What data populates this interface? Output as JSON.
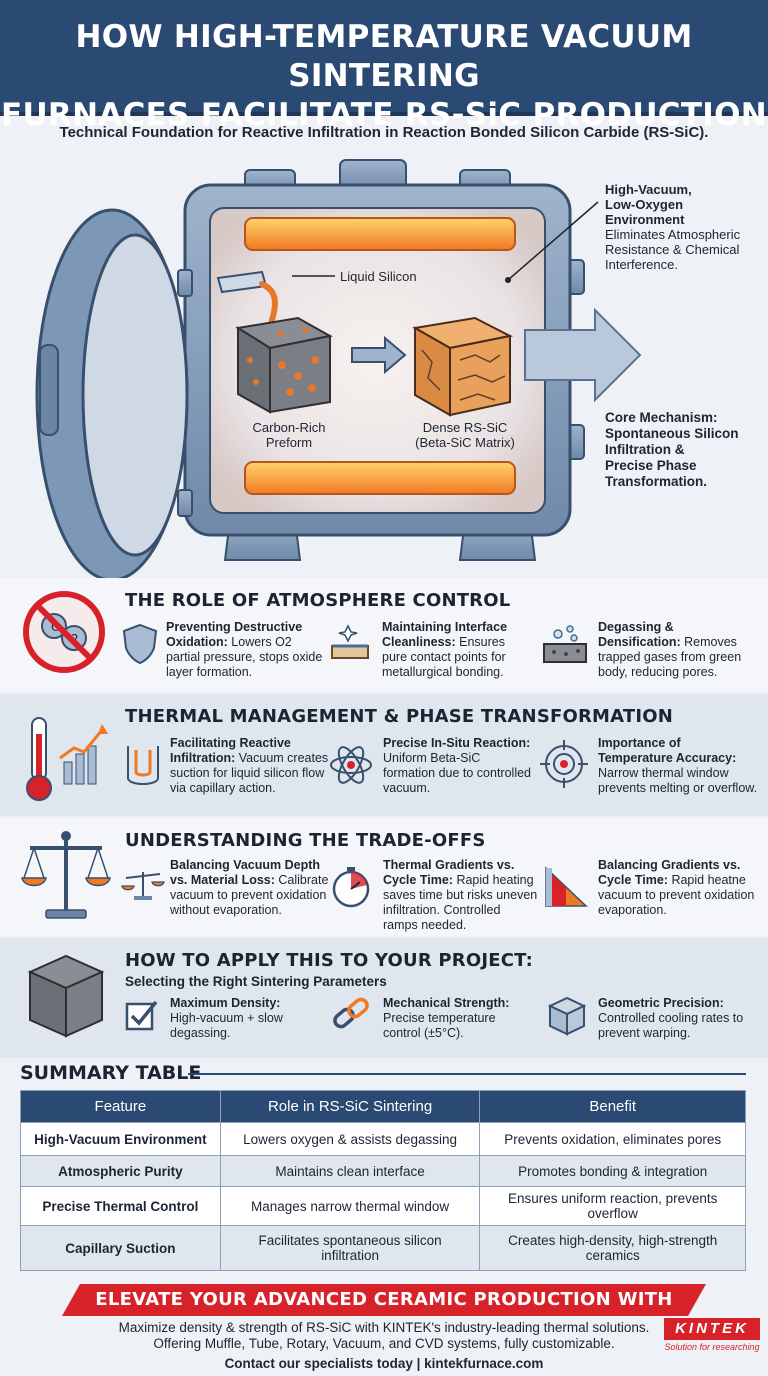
{
  "header": {
    "title_line1": "HOW HIGH-TEMPERATURE VACUUM SINTERING",
    "title_line2": "FURNACES FACILITATE RS-SiC PRODUCTION",
    "subtitle": "Technical Foundation for Reactive Infiltration in Reaction Bonded Silicon Carbide (RS-SiC)."
  },
  "hero": {
    "liquid_silicon": "Liquid Silicon",
    "preform_line1": "Carbon-Rich",
    "preform_line2": "Preform",
    "dense_line1": "Dense RS-SiC",
    "dense_line2": "(Beta-SiC Matrix)",
    "vacuum_title1": "High-Vacuum,",
    "vacuum_title2": "Low-Oxygen",
    "vacuum_title3": "Environment",
    "vacuum_desc1": "Eliminates Atmospheric",
    "vacuum_desc2": "Resistance & Chemical",
    "vacuum_desc3": "Interference.",
    "core1": "Core Mechanism:",
    "core2": "Spontaneous Silicon",
    "core3": "Infiltration &",
    "core4": "Precise Phase",
    "core5": "Transformation."
  },
  "atmosphere": {
    "title": "THE ROLE OF ATMOSPHERE CONTROL",
    "items": [
      {
        "head": "Preventing Destructive Oxidation:",
        "body": "Lowers O2 partial pressure, stops oxide layer formation."
      },
      {
        "head": "Maintaining Interface Cleanliness:",
        "body": "Ensures pure contact points for metallurgical bonding."
      },
      {
        "head": "Degassing & Densification:",
        "body": "Removes trapped gases from green body, reducing pores."
      }
    ]
  },
  "thermal": {
    "title": "THERMAL MANAGEMENT & PHASE TRANSFORMATION",
    "items": [
      {
        "head": "Facilitating Reactive Infiltration:",
        "body": "Vacuum creates suction for liquid silicon flow via capillary action."
      },
      {
        "head": "Precise In-Situ Reaction:",
        "body": "Uniform Beta-SiC formation due to controlled vacuum."
      },
      {
        "head": "Importance of Temperature Accuracy:",
        "body": "Narrow thermal window prevents melting or overflow."
      }
    ]
  },
  "tradeoffs": {
    "title": "UNDERSTANDING THE TRADE-OFFS",
    "items": [
      {
        "head": "Balancing Vacuum Depth vs. Material Loss:",
        "body": "Calibrate vacuum to prevent oxidation without evaporation."
      },
      {
        "head": "Thermal Gradients vs. Cycle Time:",
        "body": "Rapid heating saves time but risks uneven infiltration. Controlled ramps needed."
      },
      {
        "head": "Balancing Gradients vs. Cycle Time:",
        "body": "Rapid heatne vacuum to prevent oxidation evaporation."
      }
    ]
  },
  "apply": {
    "title": "HOW TO APPLY THIS TO YOUR PROJECT:",
    "subtitle": "Selecting the Right Sintering Parameters",
    "items": [
      {
        "head": "Maximum Density:",
        "body": "High-vacuum + slow degassing."
      },
      {
        "head": "Mechanical Strength:",
        "body": "Precise temperature control (±5°C)."
      },
      {
        "head": "Geometric Precision:",
        "body": "Controlled cooling rates to prevent warping."
      }
    ]
  },
  "summary": {
    "title": "SUMMARY TABLE",
    "headers": [
      "Feature",
      "Role in RS-SiC Sintering",
      "Benefit"
    ],
    "rows": [
      [
        "High-Vacuum Environment",
        "Lowers oxygen & assists degassing",
        "Prevents oxidation, eliminates pores"
      ],
      [
        "Atmospheric Purity",
        "Maintains clean interface",
        "Promotes bonding & integration"
      ],
      [
        "Precise Thermal Control",
        "Manages narrow thermal window",
        "Ensures uniform reaction, prevents overflow"
      ],
      [
        "Capillary Suction",
        "Facilitates spontaneous silicon infiltration",
        "Creates high-density, high-strength ceramics"
      ]
    ]
  },
  "footer": {
    "banner": "ELEVATE YOUR ADVANCED CERAMIC PRODUCTION WITH KINTEK",
    "line1": "Maximize density & strength of RS-SiC with KINTEK's industry-leading thermal solutions.",
    "line2": "Offering Muffle, Tube, Rotary, Vacuum, and CVD systems, fully customizable.",
    "contact": "Contact our specialists today | kintekfurnace.com",
    "logo": "KINTEK",
    "logo_tag": "Solution for researching"
  },
  "colors": {
    "header_blue": "#2b4a73",
    "accent_red": "#d8222a",
    "heater_orange": "#f28a2e",
    "band_light": "#dfe6ee"
  }
}
